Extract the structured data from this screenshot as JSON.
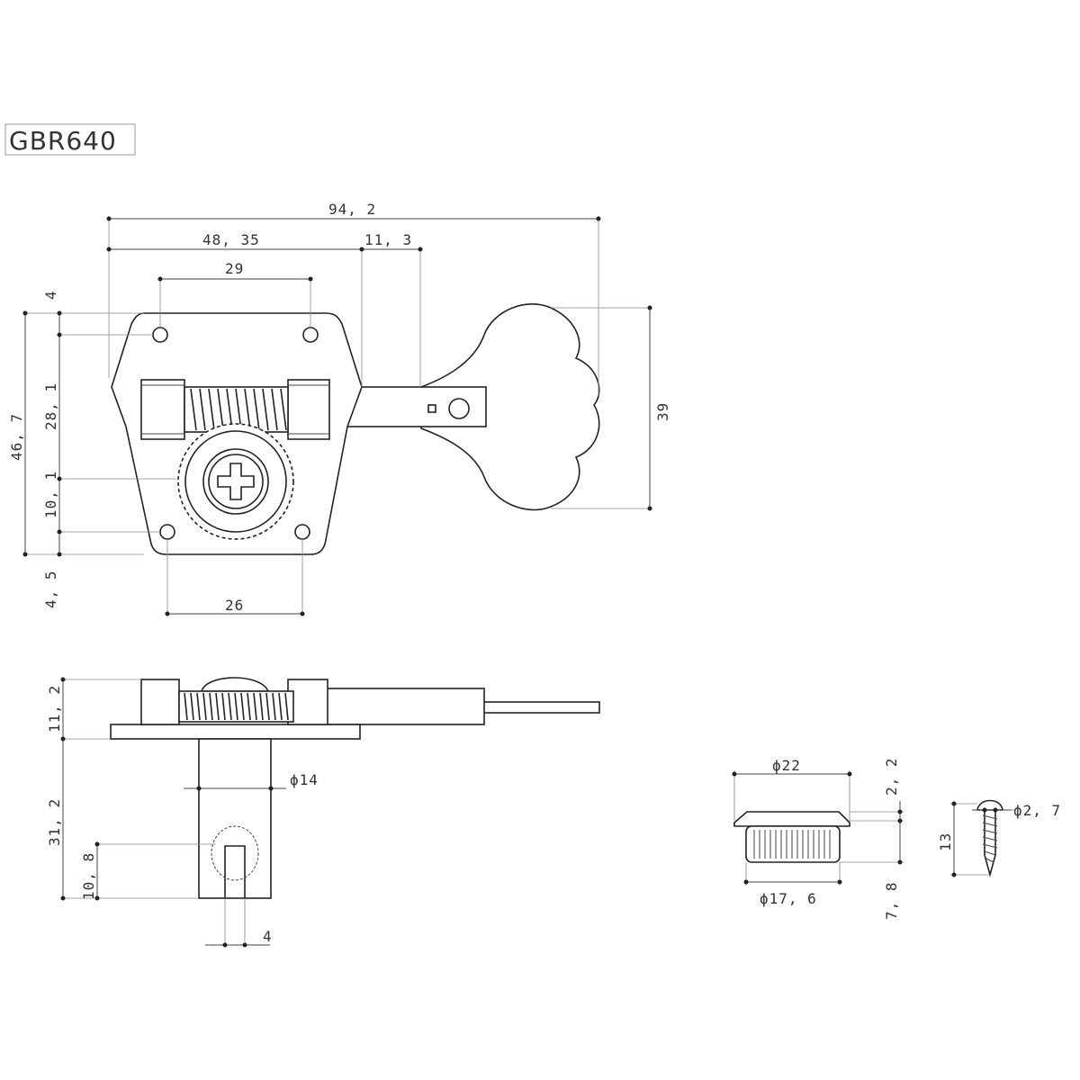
{
  "title": "GBR640",
  "dims": {
    "overall_length": "94, 2",
    "plate_to_post": "48, 35",
    "post_to_key": "11, 3",
    "top_holes": "29",
    "top_margin": "4",
    "plate_height": "46, 7",
    "upper_section": "28, 1",
    "gear_offset": "10, 1",
    "lower_offset": "10, 1",
    "bottom_margin": "4, 5",
    "bottom_holes": "26",
    "key_height": "39",
    "side_top_height": "11, 2",
    "post_length": "31, 2",
    "slot_depth": "10, 8",
    "post_diameter": "ϕ14",
    "slot_width": "4",
    "bushing_dia": "ϕ22",
    "bushing_flange": "2, 2",
    "bushing_height": "7, 8",
    "bushing_inner": "ϕ17, 6",
    "screw_length": "13",
    "screw_dia": "ϕ2, 7"
  }
}
